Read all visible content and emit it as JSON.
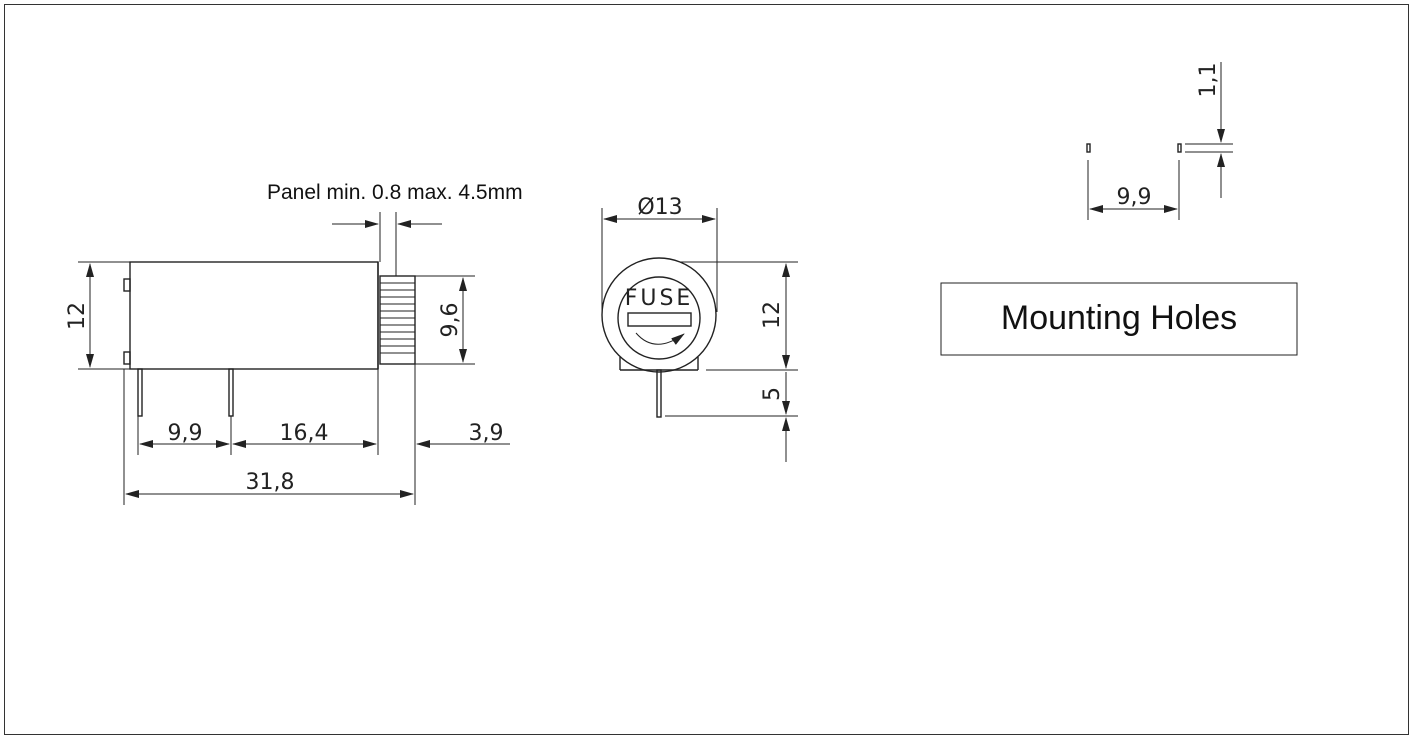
{
  "panel_note": "Panel min. 0.8 max. 4.5mm",
  "mounting_label": "Mounting Holes",
  "fuse_label": "FUSE",
  "dimensions": {
    "side_height": "12",
    "cap_height": "9,6",
    "pin_offset": "9,9",
    "pin_spacing": "16,4",
    "cap_length": "3,9",
    "overall_length": "31,8",
    "diameter": "Ø13",
    "front_height": "12",
    "pin_length": "5",
    "hole_spacing": "9,9",
    "hole_size": "1,1"
  }
}
